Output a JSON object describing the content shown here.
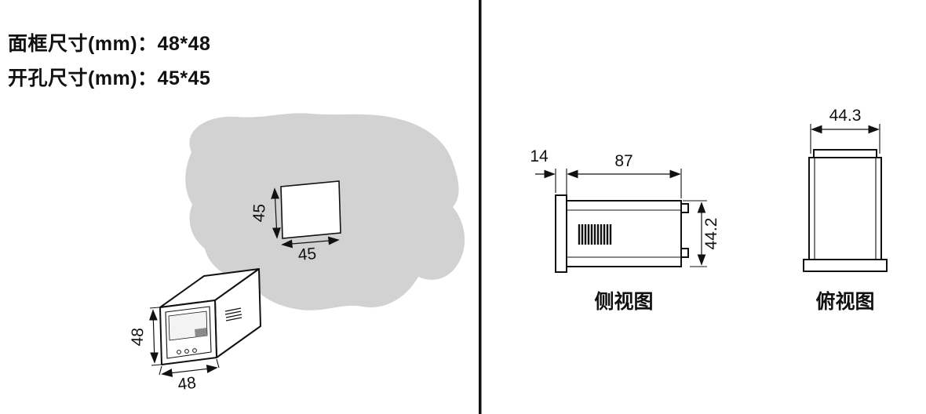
{
  "header": {
    "frame_size_label": "面框尺寸(mm)：48*48",
    "cutout_size_label": "开孔尺寸(mm)：45*45"
  },
  "panel_cutout": {
    "height_dim": "45",
    "width_dim": "45"
  },
  "meter_3d": {
    "height_dim": "48",
    "width_dim": "48"
  },
  "side_view": {
    "title": "侧视图",
    "flange_depth_dim": "14",
    "body_depth_dim": "87",
    "height_dim": "44.2"
  },
  "top_view": {
    "title": "俯视图",
    "width_dim": "44.3"
  },
  "colors": {
    "panel_fill": "#d2d2d2",
    "line": "#111111"
  }
}
